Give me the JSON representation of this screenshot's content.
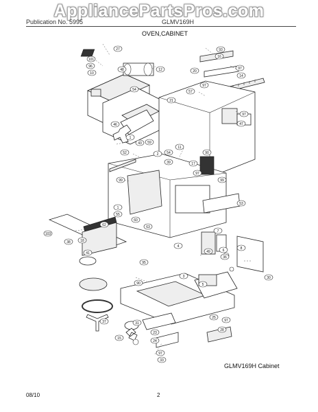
{
  "watermark": "AppliancePartsPros.com",
  "header": {
    "left_text": "Publication No. 5995",
    "model": "GLMV169H",
    "section_title": "OVEN,CABINET"
  },
  "caption": "GLMV169H Cabinet",
  "footer": {
    "date": "08/10",
    "page": "2"
  },
  "callouts": [
    {
      "label": "27"
    },
    {
      "label": "101"
    },
    {
      "label": "96"
    },
    {
      "label": "10"
    },
    {
      "label": "48"
    },
    {
      "label": "12"
    },
    {
      "label": "93"
    },
    {
      "label": "16"
    },
    {
      "label": "97"
    },
    {
      "label": "20"
    },
    {
      "label": "14"
    },
    {
      "label": "54"
    },
    {
      "label": "57"
    },
    {
      "label": "97"
    },
    {
      "label": "21"
    },
    {
      "label": "97"
    },
    {
      "label": "47"
    },
    {
      "label": "46"
    },
    {
      "label": "1"
    },
    {
      "label": "43"
    },
    {
      "label": "59"
    },
    {
      "label": "11"
    },
    {
      "label": "54"
    },
    {
      "label": "2"
    },
    {
      "label": "52"
    },
    {
      "label": "39"
    },
    {
      "label": "99"
    },
    {
      "label": "17"
    },
    {
      "label": "90"
    },
    {
      "label": "97"
    },
    {
      "label": "99"
    },
    {
      "label": "1"
    },
    {
      "label": "53"
    },
    {
      "label": "55"
    },
    {
      "label": "62"
    },
    {
      "label": "60"
    },
    {
      "label": "63"
    },
    {
      "label": "7"
    },
    {
      "label": "103"
    },
    {
      "label": "38"
    },
    {
      "label": "18"
    },
    {
      "label": "41"
    },
    {
      "label": "95"
    },
    {
      "label": "4"
    },
    {
      "label": "49"
    },
    {
      "label": "6"
    },
    {
      "label": "36"
    },
    {
      "label": "8"
    },
    {
      "label": "3"
    },
    {
      "label": "90"
    },
    {
      "label": "30"
    },
    {
      "label": "5"
    },
    {
      "label": "37"
    },
    {
      "label": "25"
    },
    {
      "label": "31"
    },
    {
      "label": "23"
    },
    {
      "label": "97"
    },
    {
      "label": "24"
    },
    {
      "label": "28"
    },
    {
      "label": "97"
    },
    {
      "label": "15"
    },
    {
      "label": "33"
    }
  ]
}
